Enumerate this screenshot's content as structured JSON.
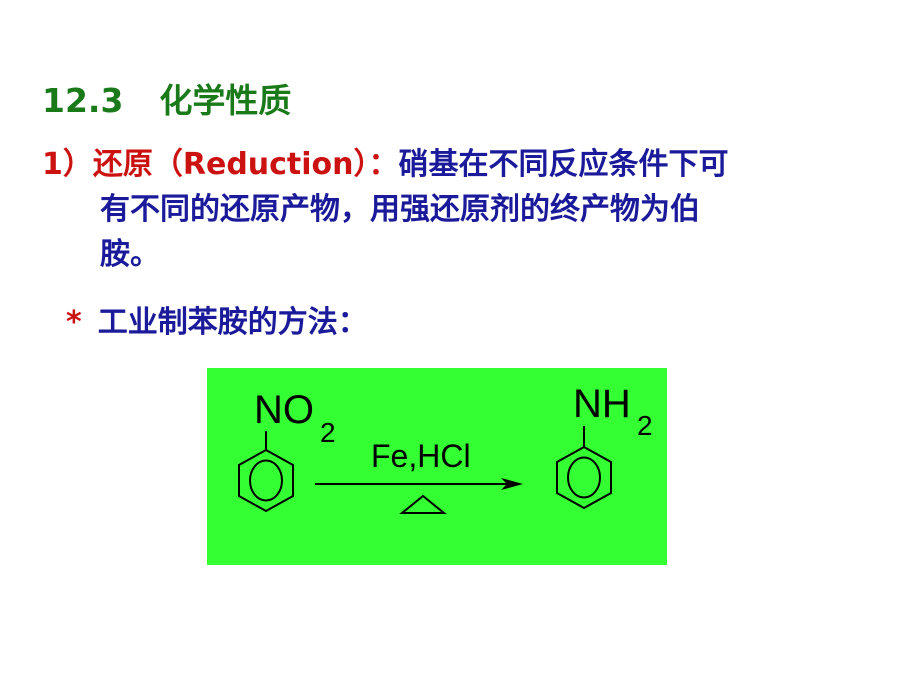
{
  "heading": {
    "number": "12.3",
    "title": "化学性质"
  },
  "paragraph": {
    "label": "1）还原（Reduction）：",
    "line1_text": "硝基在不同反应条件下可",
    "line2_text": "有不同的还原产物，用强还原剂的终产物为伯",
    "line3_text": "胺。"
  },
  "bullet": {
    "marker": "*",
    "text": "工业制苯胺的方法："
  },
  "reaction": {
    "background_color": "#33ff33",
    "reactant": {
      "group_main": "NO",
      "group_sub": "2"
    },
    "reagent": "Fe,HCl",
    "condition": "heat-triangle",
    "product": {
      "group_main": "NH",
      "group_sub": "2"
    }
  },
  "colors": {
    "heading": "#1a7a1a",
    "label": "#cc1111",
    "body": "#1a1a9a"
  }
}
